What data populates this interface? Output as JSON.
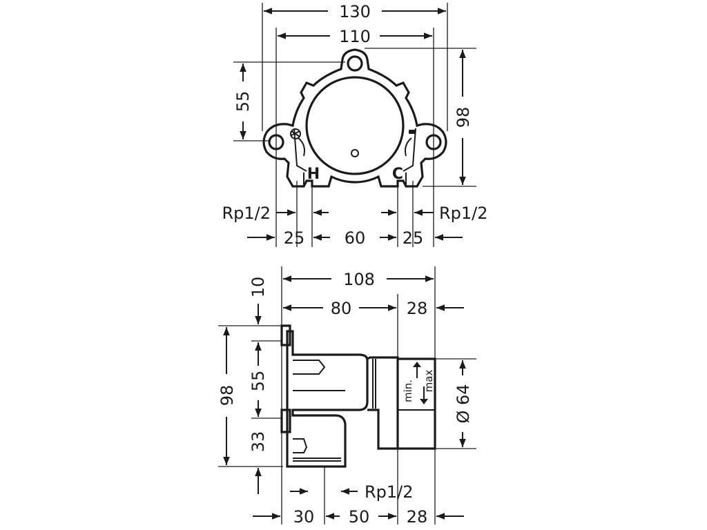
{
  "top_view": {
    "width_overall": "130",
    "width_mounting": "110",
    "height_to_center": "55",
    "height_overall": "98",
    "thread_left": "Rp1/2",
    "thread_right": "Rp1/2",
    "spacing_left": "25",
    "spacing_center": "60",
    "spacing_right": "25",
    "hot_label": "H",
    "cold_label": "C"
  },
  "side_view": {
    "depth_overall": "108",
    "depth_body": "80",
    "depth_sleeve": "28",
    "top_offset": "10",
    "height_overall": "98",
    "height_upper": "55",
    "height_lower": "33",
    "diameter": "Ø 64",
    "min_label": "min.",
    "max_label": "max",
    "thread": "Rp1/2",
    "bottom_left": "30",
    "bottom_center": "50",
    "bottom_right": "28"
  },
  "colors": {
    "line": "#1a1a1a",
    "background": "#ffffff"
  }
}
